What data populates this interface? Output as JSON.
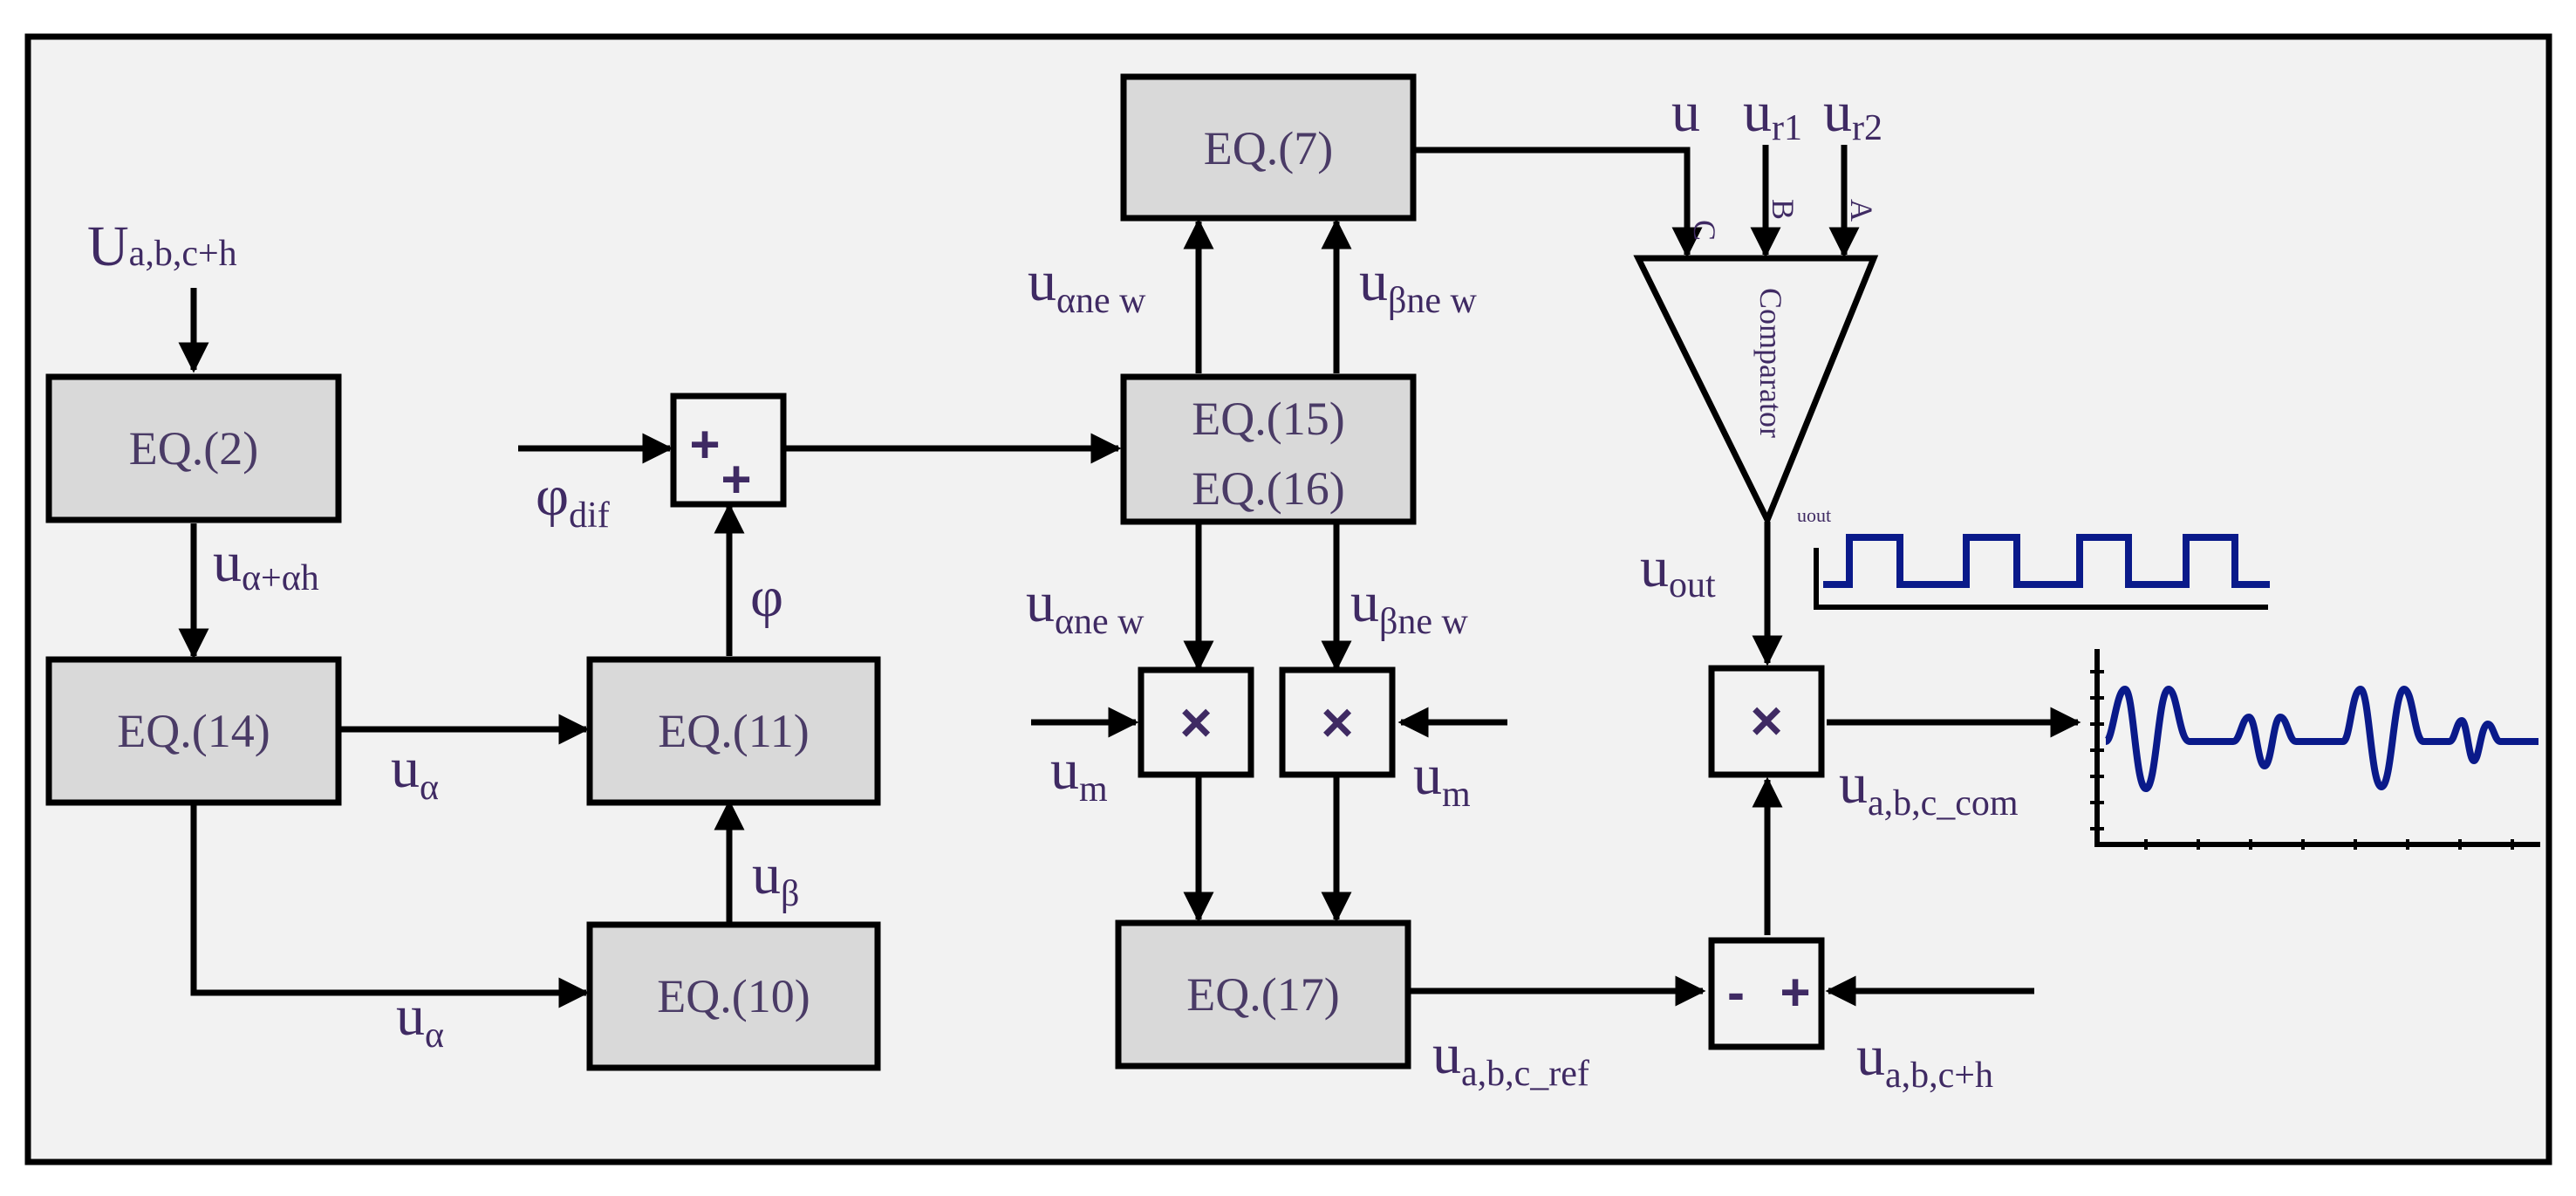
{
  "blocks": {
    "eq2": "EQ.(2)",
    "eq14": "EQ.(14)",
    "eq11": "EQ.(11)",
    "eq10": "EQ.(10)",
    "eq7": "EQ.(7)",
    "eq15": "EQ.(15)",
    "eq16": "EQ.(16)",
    "eq17": "EQ.(17)"
  },
  "operators": {
    "sum_plus_top": "+",
    "sum_plus_bottom": "+",
    "mult": "×",
    "diff_minus": "-",
    "diff_plus": "+"
  },
  "labels": {
    "U_abc_h": {
      "base": "U",
      "sub": "a,b,c+h"
    },
    "u_alpha_alphah": {
      "base": "u",
      "sub": "α+αh"
    },
    "u_alpha_1": {
      "base": "u",
      "sub": "α"
    },
    "u_alpha_2": {
      "base": "u",
      "sub": "α"
    },
    "u_beta": {
      "base": "u",
      "sub": "β"
    },
    "phi": "φ",
    "phi_dif": {
      "base": "φ",
      "sub": "dif"
    },
    "u_alpha_new_top": {
      "base": "u",
      "sub": "αne w"
    },
    "u_beta_new_top": {
      "base": "u",
      "sub": "βne w"
    },
    "u_alpha_new_mid": {
      "base": "u",
      "sub": "αne w"
    },
    "u_beta_new_mid": {
      "base": "u",
      "sub": "βne w"
    },
    "u_m_left": {
      "base": "u",
      "sub": "m"
    },
    "u_m_right": {
      "base": "u",
      "sub": "m"
    },
    "u_abc_ref": {
      "base": "u",
      "sub": "a,b,c_ref"
    },
    "u_abc_h_low": {
      "base": "u",
      "sub": "a,b,c+h"
    },
    "u_abc_com": {
      "base": "u",
      "sub": "a,b,c_com"
    },
    "u_out": {
      "base": "u",
      "sub": "out"
    },
    "u_top": "u",
    "u_r1": {
      "base": "u",
      "sub": "r1"
    },
    "u_r2": {
      "base": "u",
      "sub": "r2"
    },
    "pin_c": "C",
    "pin_b": "B",
    "pin_a": "A",
    "comparator": "Comparator",
    "uout_tiny": "uout"
  }
}
